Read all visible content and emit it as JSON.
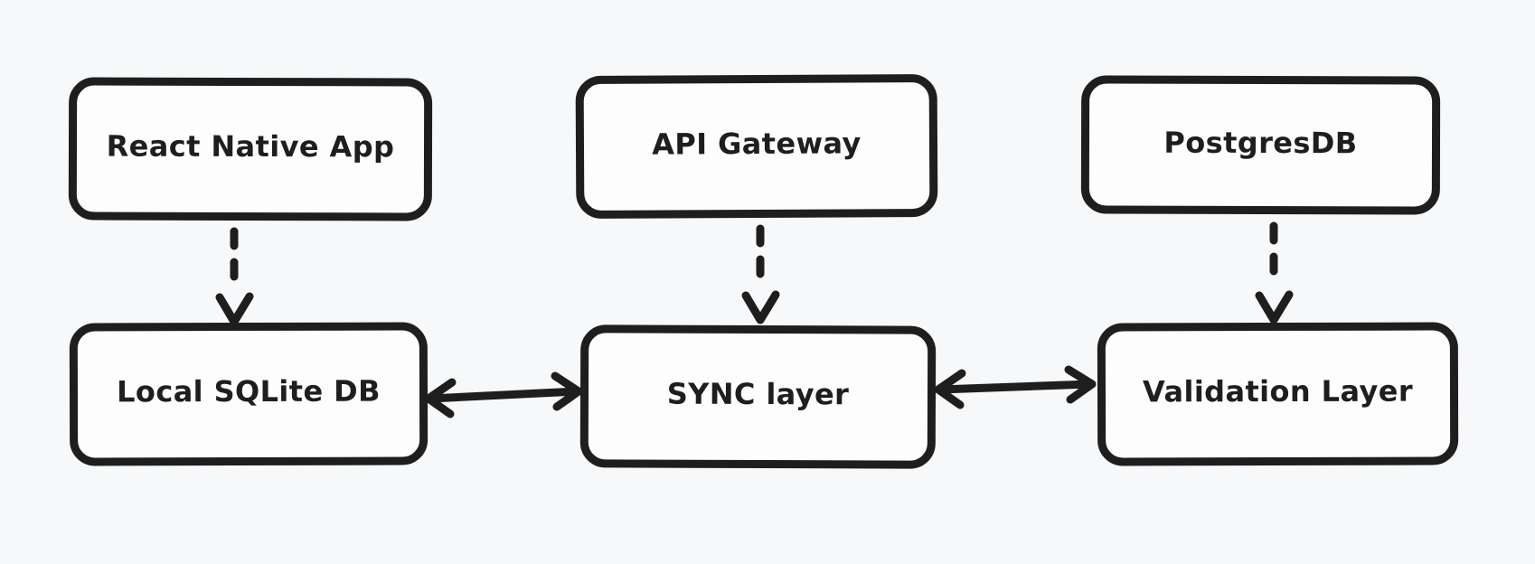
{
  "diagram": {
    "type": "flowchart",
    "colors": {
      "background": "#f7f8fa",
      "node_fill": "#fdfdfd",
      "stroke": "#1e1e1e"
    },
    "nodes": [
      {
        "id": "react-native-app",
        "label": "React Native App",
        "row": "top"
      },
      {
        "id": "api-gateway",
        "label": "API Gateway",
        "row": "top"
      },
      {
        "id": "postgresdb",
        "label": "PostgresDB",
        "row": "top"
      },
      {
        "id": "local-sqlite-db",
        "label": "Local SQLite DB",
        "row": "bottom"
      },
      {
        "id": "sync-layer",
        "label": "SYNC layer",
        "row": "bottom"
      },
      {
        "id": "validation-layer",
        "label": "Validation Layer",
        "row": "bottom"
      }
    ],
    "edges": [
      {
        "from": "react-native-app",
        "to": "local-sqlite-db",
        "line": "dashed",
        "arrows": "to"
      },
      {
        "from": "api-gateway",
        "to": "sync-layer",
        "line": "dashed",
        "arrows": "to"
      },
      {
        "from": "postgresdb",
        "to": "validation-layer",
        "line": "dashed",
        "arrows": "to"
      },
      {
        "from": "local-sqlite-db",
        "to": "sync-layer",
        "line": "solid",
        "arrows": "both"
      },
      {
        "from": "sync-layer",
        "to": "validation-layer",
        "line": "solid",
        "arrows": "both"
      }
    ]
  }
}
